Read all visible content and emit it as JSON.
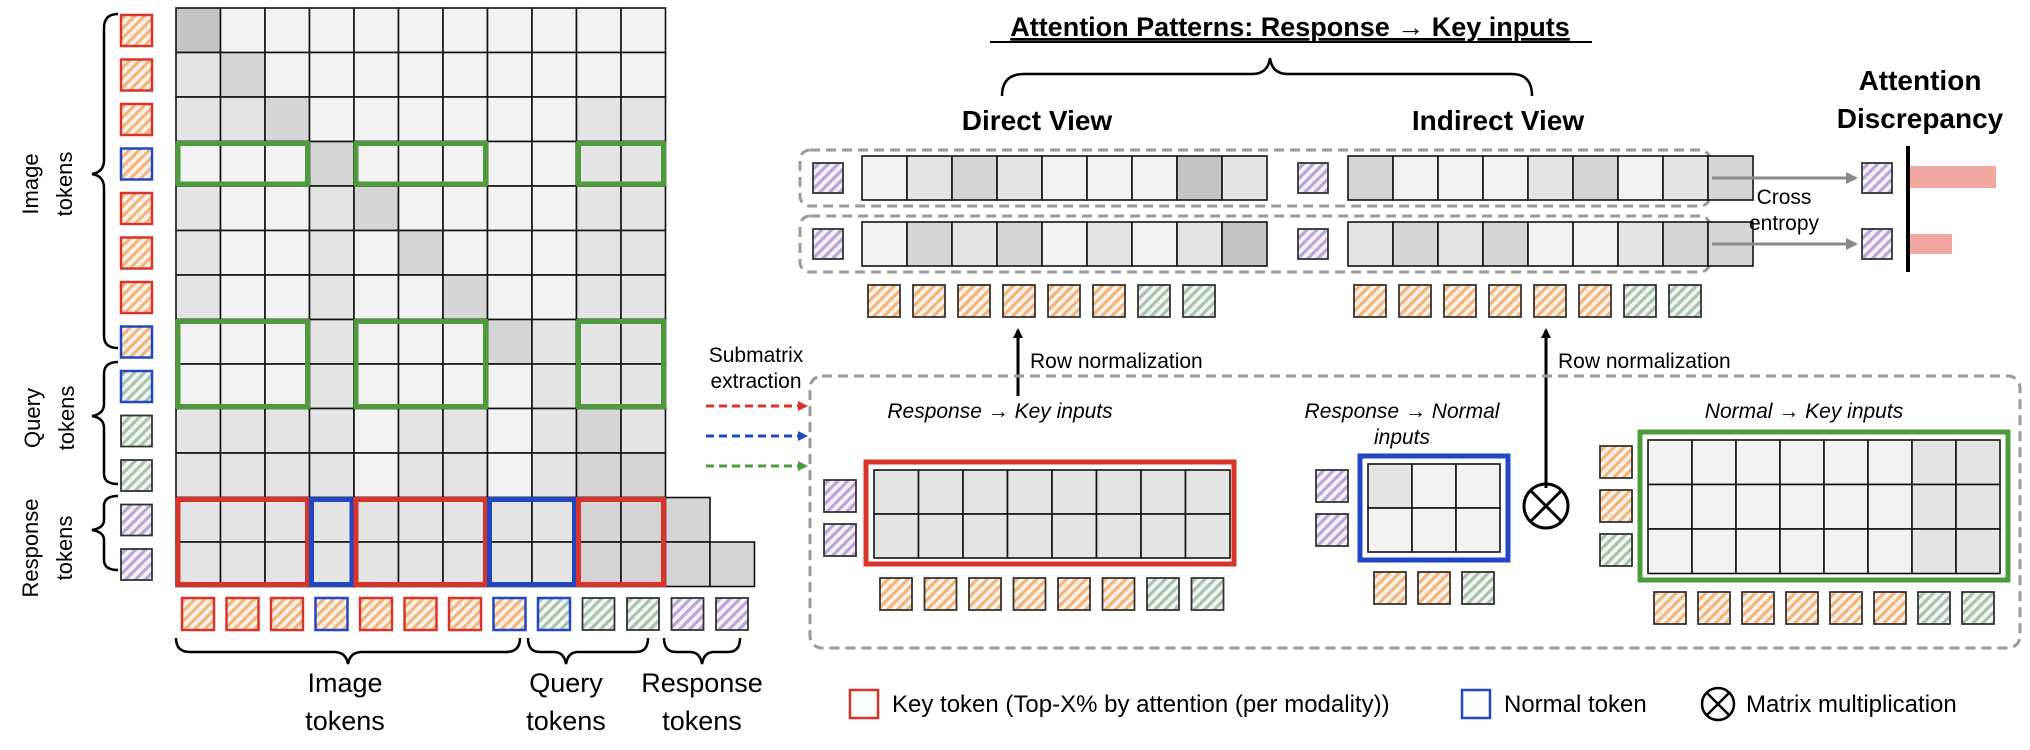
{
  "left_panel": {
    "row_labels": [
      "Image tokens",
      "Query tokens",
      "Response tokens"
    ],
    "column_labels": [
      "Image tokens",
      "Query tokens",
      "Response tokens"
    ]
  },
  "middle": {
    "extraction_label": "Submatrix extraction"
  },
  "top": {
    "title": "Attention Patterns: Response → Key inputs",
    "direct_view": "Direct View",
    "indirect_view": "Indirect View",
    "discrepancy": "Attention Discrepancy",
    "cross_entropy": "Cross entropy",
    "row_norm_left": "Row normalization",
    "row_norm_right": "Row normalization"
  },
  "bottom": {
    "sub1": "Response → Key inputs",
    "sub2": "Response → Normal inputs",
    "sub3": "Normal → Key inputs"
  },
  "legend": {
    "key_token": "Key token (Top-X% by attention (per modality))",
    "normal_token": "Normal token",
    "matmul": "Matrix multiplication"
  },
  "colors": {
    "key_red": "#d9342b",
    "normal_blue": "#2347c2",
    "green": "#4e9a3c",
    "image_hatch": "#f1b47a",
    "query_hatch": "#a9c2ad",
    "response_hatch": "#b9a6d6",
    "dash_gray": "#9a9a9a"
  }
}
